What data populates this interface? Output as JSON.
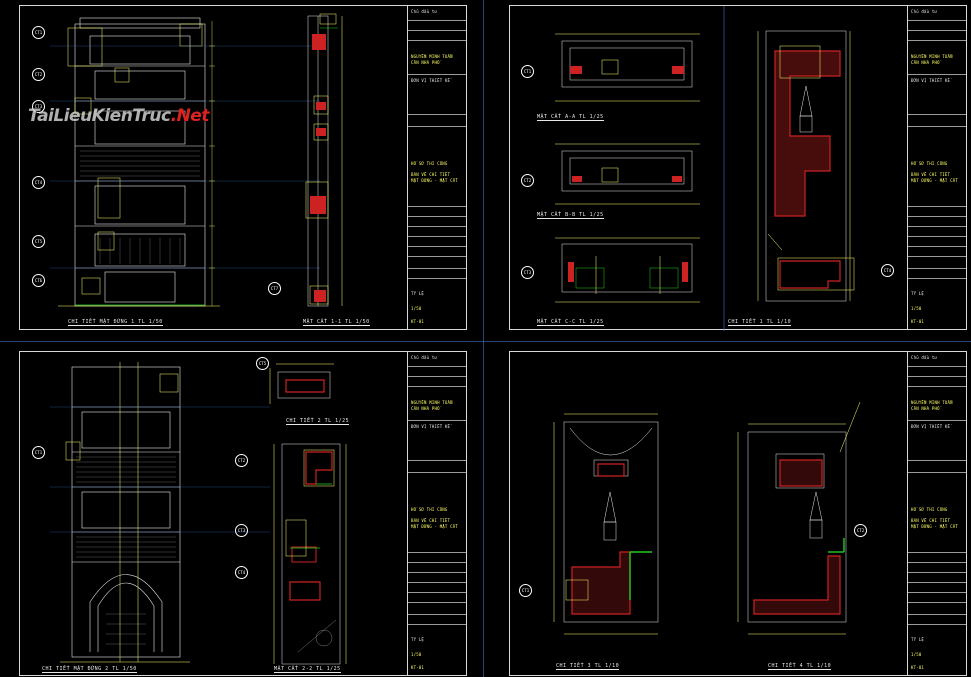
{
  "watermark": {
    "brand": "TaiLieuKienTruc",
    "tld": ".Net"
  },
  "colors": {
    "background": "#000000",
    "line": "#ffffff",
    "dimension": "#ffff66",
    "section_fill": "#cc2222",
    "accent_green": "#22cc22",
    "guide": "#3a78c8"
  },
  "sheets": [
    {
      "id": "sheet-1",
      "captions": [
        "CHI TIẾT MẶT ĐỨNG 1 TL 1/50",
        "MẶT CẮT 1-1 TL 1/50"
      ],
      "bubbles": [
        "CT1",
        "CT2",
        "CT3",
        "CT4",
        "CT5",
        "CT6",
        "CT7"
      ]
    },
    {
      "id": "sheet-2",
      "captions": [
        "MẶT CẮT A-A TL 1/25",
        "MẶT CẮT B-B TL 1/25",
        "MẶT CẮT C-C TL 1/25",
        "CHI TIẾT 1 TL 1/10"
      ],
      "bubbles": [
        "CT1",
        "CT2",
        "CT3",
        "CT4"
      ]
    },
    {
      "id": "sheet-3",
      "captions": [
        "CHI TIẾT MẶT ĐỨNG 2 TL 1/50",
        "CHI TIẾT 2 TL 1/25",
        "MẶT CẮT 2-2 TL 1/25"
      ],
      "bubbles": [
        "CT1",
        "CT2",
        "CT3",
        "CT4",
        "CT5"
      ]
    },
    {
      "id": "sheet-4",
      "captions": [
        "CHI TIẾT 3 TL 1/10",
        "CHI TIẾT 4 TL 1/10"
      ],
      "bubbles": [
        "CT1",
        "CT2"
      ]
    }
  ],
  "title_block": {
    "header": "Chủ đầu tư",
    "project": "NGUYỄN MINH TUẤN",
    "project2": "CĂN NHÀ PHỐ",
    "designer": "ĐƠN VỊ THIẾT KẾ",
    "drawing": "HỒ SƠ THI CÔNG",
    "desc1": "BẢN VẼ CHI TIẾT",
    "desc2": "MẶT ĐỨNG - MẶT CẮT",
    "scale": "TỶ LỆ",
    "scale_val": "1/50",
    "sheet_no": "KT-01"
  }
}
